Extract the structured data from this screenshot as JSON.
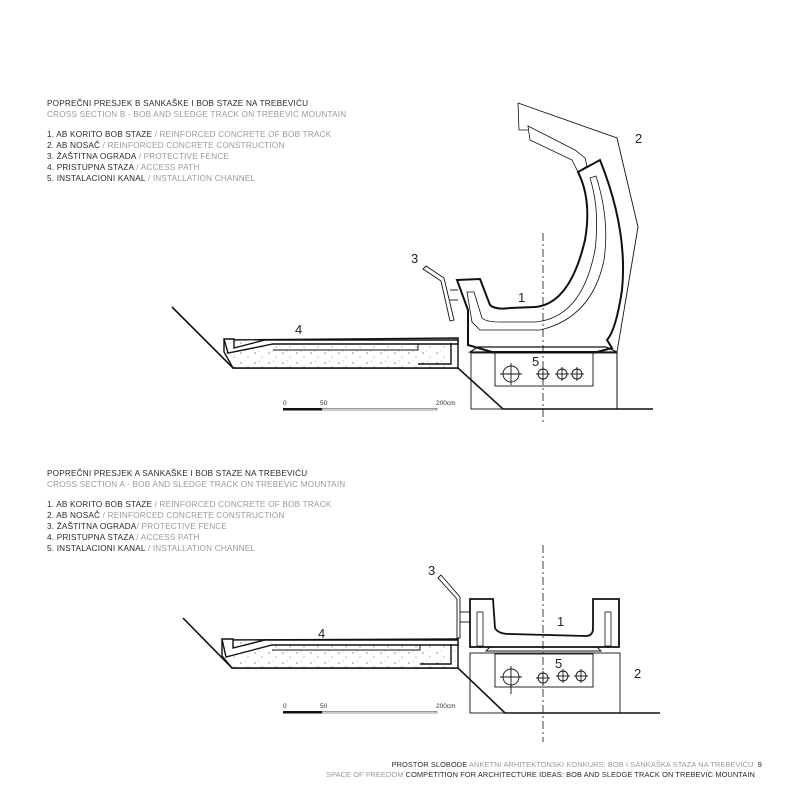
{
  "section_b": {
    "title": "POPREČNI PRESJEK B SANKAŠKE I BOB STAZE NA TREBEVIĆU",
    "subtitle": "CROSS SECTION B - BOB AND SLEDGE TRACK ON TREBEVIĆ MOUNTAIN",
    "legend": [
      {
        "local": "1. AB KORITO BOB STAZE",
        "english": " / REINFORCED CONCRETE OF BOB TRACK"
      },
      {
        "local": "2. AB NOSAČ",
        "english": " / REINFORCED CONCRETE CONSTRUCTION"
      },
      {
        "local": "3. ŽAŠTITNA OGRADA",
        "english": " / PROTECTIVE FENCE"
      },
      {
        "local": "4. PRISTUPNA STAZA",
        "english": " / ACCESS PATH"
      },
      {
        "local": "5. INSTALACIONI KANAL",
        "english": " / INSTALLATION CHANNEL"
      }
    ],
    "labels": [
      "1",
      "2",
      "3",
      "4",
      "5"
    ],
    "scale": {
      "zero": "0",
      "mid": "50",
      "end": "200cm"
    }
  },
  "section_a": {
    "title": "POPREČNI PRESJEK A SANKAŠKE I BOB STAZE NA TREBEVIĆU",
    "subtitle": "CROSS SECTION A - BOB AND SLEDGE TRACK ON TREBEVIC MOUNTAIN",
    "legend": [
      {
        "local": "1. AB KORITO BOB STAZE",
        "english": " / REINFORCED CONCRETE OF BOB TRACK"
      },
      {
        "local": "2. AB NOSAČ",
        "english": " / REINFORCED CONCRETE CONSTRUCTION"
      },
      {
        "local": "3. ŽAŠTITNA OGRADA",
        "english": "/ PROTECTIVE FENCE"
      },
      {
        "local": "4. PRISTUPNA STAZA",
        "english": " / ACCESS PATH"
      },
      {
        "local": "5. INSTALACIONI KANAL",
        "english": " / INSTALLATION CHANNEL"
      }
    ],
    "labels": [
      "1",
      "2",
      "3",
      "4",
      "5"
    ],
    "scale": {
      "zero": "0",
      "mid": "50",
      "end": "200cm"
    }
  },
  "footer": {
    "line1_dark": "PROSTOR SLOBODE",
    "line1_gray": " ANKETNI ARHITEKTONSKI KONKURS: BOB I SANKAŠKA STAZA NA TREBEVIĆU",
    "page_number": "9",
    "line2_gray": "SPACE OF FREEDOM ",
    "line2_dark": "COMPETITION FOR ARCHITECTURE IDEAS: BOB AND SLEDGE TRACK ON TREBEVIC MOUNTAIN"
  }
}
